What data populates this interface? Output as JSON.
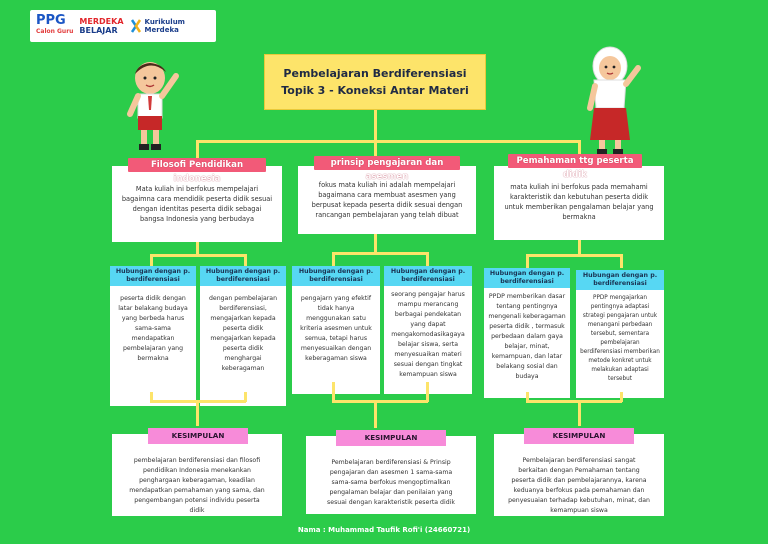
{
  "logos": {
    "ppg_main": "PPG",
    "ppg_sub": "Calon Guru",
    "merdeka_1": "MERDEKA",
    "merdeka_2": "BELAJAR",
    "kurikulum_1": "Kurikulum",
    "kurikulum_2": "Merdeka"
  },
  "title": {
    "line1": "Pembelajaran Berdiferensiasi",
    "line2": "Topik 3 - Koneksi Antar Materi"
  },
  "branches": [
    {
      "label": "Filosofi Pendidikan indonesia",
      "body": "Mata kuliah ini berfokus  mempelajari bagaimna  cara mendidik peserta didik sesuai dengan identitas peserta didik sebagai bangsa Indonesia yang berbudaya",
      "subs": [
        {
          "head": "Hubungan dengan p. berdiferensiasi",
          "body": "peserta didik dengan latar belakang budaya yang berbeda harus sama-sama mendapatkan pembelajaran yang bermakna"
        },
        {
          "head": "Hubungan dengan p. berdiferensiasi",
          "body": "dengan pembelajaran berdiferensiasi, mengajarkan kepada peserta didik mengajarkan kepada peserta didik menghargai keberagaman"
        }
      ],
      "conclusion_label": "KESIMPULAN",
      "conclusion": "pembelajaran berdiferensiasi dan filosofi pendidikan Indonesia menekankan penghargaan keberagaman, keadilan mendapatkan pemahaman yang sama, dan pengembangan potensi individu peserta didik"
    },
    {
      "label": "prinsip pengajaran dan asesmen",
      "body": "fokus mata kuliah ini adalah mempelajari bagaimana cara membuat asesmen yang berpusat kepada peserta didik sesuai dengan rancangan pembelajaran yang telah dibuat",
      "subs": [
        {
          "head": "Hubungan dengan p. berdiferensiasi",
          "body": "pengajarn yang efektif tidak hanya menggunakan satu kriteria asesmen untuk semua, tetapi harus menyesuaikan dengan keberagaman siswa"
        },
        {
          "head": "Hubungan dengan p. berdiferensiasi",
          "body": "seorang pengajar harus mampu merancang berbagai pendekatan yang dapat mengakomodasikagaya belajar siswa, serta menyesuaikan materi sesuai dengan tingkat kemampuan siswa"
        }
      ],
      "conclusion_label": "KESIMPULAN",
      "conclusion": "Pembelajaran berdiferensiasi & Prinsip pengajaran dan asesmen 1 sama-sama sama-sama berfokus mengoptimalkan pengalaman belajar dan penilaian yang sesuai dengan karakteristik peserta didik"
    },
    {
      "label": "Pemahaman ttg peserta didik",
      "body": "mata kuliah ini berfokus pada memahami karakteristik dan kebutuhan peserta didik untuk memberikan pengalaman belajar yang bermakna",
      "subs": [
        {
          "head": "Hubungan dengan p. berdiferensiasi",
          "body": "PPDP memberikan dasar tentang pentingnya mengenali keberagaman peserta didik , termasuk perbedaan dalam gaya belajar, minat, kemampuan, dan latar belakang sosial dan budaya"
        },
        {
          "head": "Hubungan dengan p. berdiferensiasi",
          "body": "PPDP mengajarkan pentingnya adaptasi strategi pengajaran untuk menangani perbedaan tersebut, sementara pembelajaran berdiferensiasi memberikan metode konkret untuk melakukan adaptasi tersebut"
        }
      ],
      "conclusion_label": "KESIMPULAN",
      "conclusion": "Pembelajaran berdiferensiasi sangat berkaitan dengan  Pemahaman tentang peserta didik dan pembelajarannya, karena keduanya berfokus pada pemahaman dan penyesuaian terhadap kebutuhan, minat, dan kemampuan siswa"
    }
  ],
  "footer": "Nama : Muhammad Taufik Rofi'i (24660721)",
  "colors": {
    "background": "#2bcc4a",
    "connector": "#fde46a",
    "label": "#f25a78",
    "subhead": "#57d7f3",
    "conclusion": "#f78bd9"
  },
  "icons": [
    "student-boy-illustration",
    "student-girl-illustration"
  ]
}
